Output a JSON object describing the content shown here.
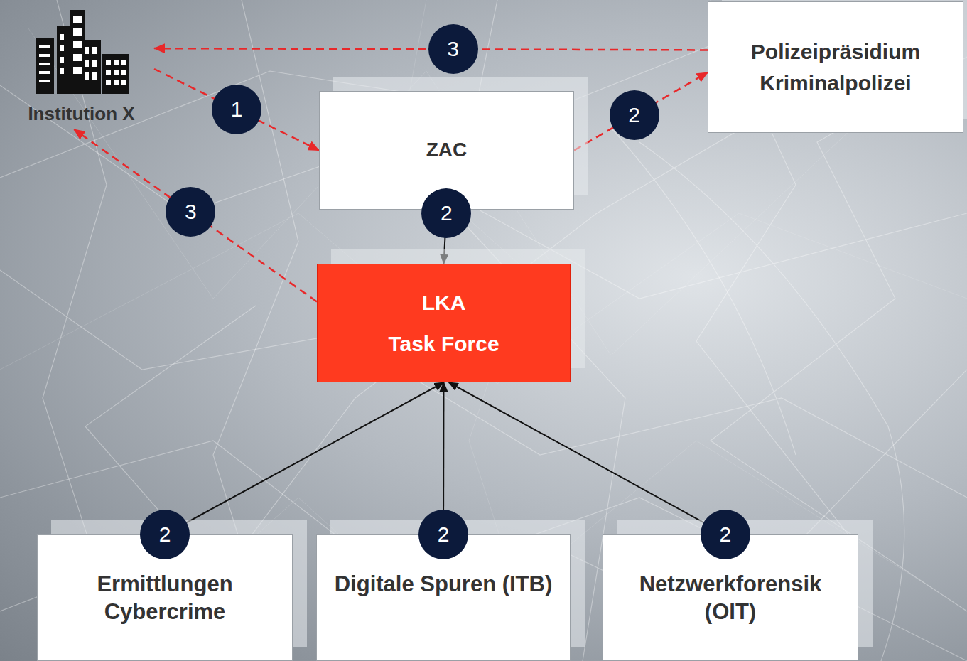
{
  "diagram": {
    "nodes": [
      {
        "text": [
          "Institution X"
        ]
      },
      {
        "text": [
          "Polizeipräsidium Kriminalpolizei"
        ]
      },
      {
        "text": [
          "ZAC"
        ]
      },
      {
        "text": [
          "LKA",
          "Task Force"
        ]
      },
      {
        "text": [
          "Ermittlungen Cybercrime"
        ]
      },
      {
        "text": [
          "Digitale Spuren (ITB)"
        ]
      },
      {
        "text": [
          "Netzwerkforensik (OIT)"
        ]
      }
    ],
    "edges": [
      {
        "from": 0,
        "to": 2,
        "arrow": "to",
        "label": "1"
      },
      {
        "from": 2,
        "to": 1,
        "arrow": "to",
        "label": "2"
      },
      {
        "from": 1,
        "to": 0,
        "arrow": "to",
        "label": "3"
      },
      {
        "from": 2,
        "to": 3,
        "arrow": "to",
        "label": "2"
      },
      {
        "from": 3,
        "to": 0,
        "arrow": "to",
        "label": "3"
      },
      {
        "from": 4,
        "to": 3,
        "arrow": "to",
        "label": "2"
      },
      {
        "from": 5,
        "to": 3,
        "arrow": "to",
        "label": "2"
      },
      {
        "from": 6,
        "to": 3,
        "arrow": "to",
        "label": "2"
      }
    ]
  }
}
